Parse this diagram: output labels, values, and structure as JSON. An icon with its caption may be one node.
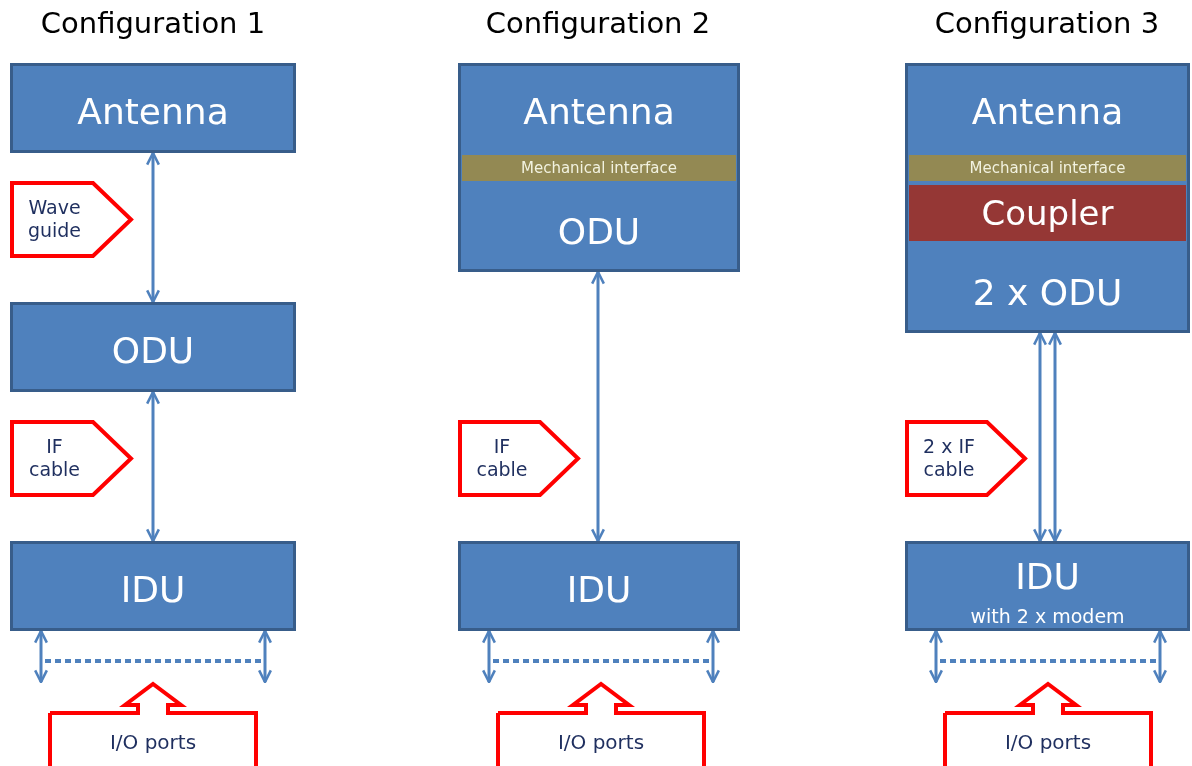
{
  "diagram": {
    "nodes": [
      {
        "text": [
          "Antenna"
        ]
      },
      {
        "text": [
          "ODU"
        ]
      },
      {
        "text": [
          "IDU"
        ]
      },
      {
        "text": [
          "Wave guide"
        ]
      },
      {
        "text": [
          "IF cable"
        ]
      },
      {
        "text": [
          "I/O ports"
        ]
      },
      {
        "text": [
          "Antenna",
          "ODU"
        ]
      },
      {
        "text": [
          "Mechanical interface"
        ],
        "in": 6
      },
      {
        "text": [
          "IDU"
        ]
      },
      {
        "text": [
          "IF cable"
        ]
      },
      {
        "text": [
          "I/O ports"
        ]
      },
      {
        "text": [
          "Antenna",
          "2 x ODU"
        ]
      },
      {
        "text": [
          "Mechanical interface"
        ],
        "in": 11
      },
      {
        "text": [
          "Coupler"
        ],
        "in": 11
      },
      {
        "text": [
          "IDU",
          "with 2 x modem"
        ]
      },
      {
        "text": [
          "2 x IF cable"
        ]
      },
      {
        "text": [
          "I/O ports"
        ]
      }
    ],
    "edges": [
      {
        "from": 0,
        "to": 1,
        "arrow": "both"
      },
      {
        "from": 1,
        "to": 2,
        "arrow": "both"
      },
      {
        "from": 2,
        "to": 5,
        "arrow": "both"
      },
      {
        "from": 2,
        "to": 5,
        "arrow": "both"
      },
      {
        "from": 6,
        "to": 8,
        "arrow": "both"
      },
      {
        "from": 8,
        "to": 10,
        "arrow": "both"
      },
      {
        "from": 8,
        "to": 10,
        "arrow": "both"
      },
      {
        "from": 11,
        "to": 14,
        "arrow": "both"
      },
      {
        "from": 11,
        "to": 14,
        "arrow": "both"
      },
      {
        "from": 14,
        "to": 16,
        "arrow": "both"
      },
      {
        "from": 14,
        "to": 16,
        "arrow": "both"
      }
    ],
    "labels": [
      "Configuration 1",
      "Configuration 2",
      "Configuration 3"
    ]
  }
}
